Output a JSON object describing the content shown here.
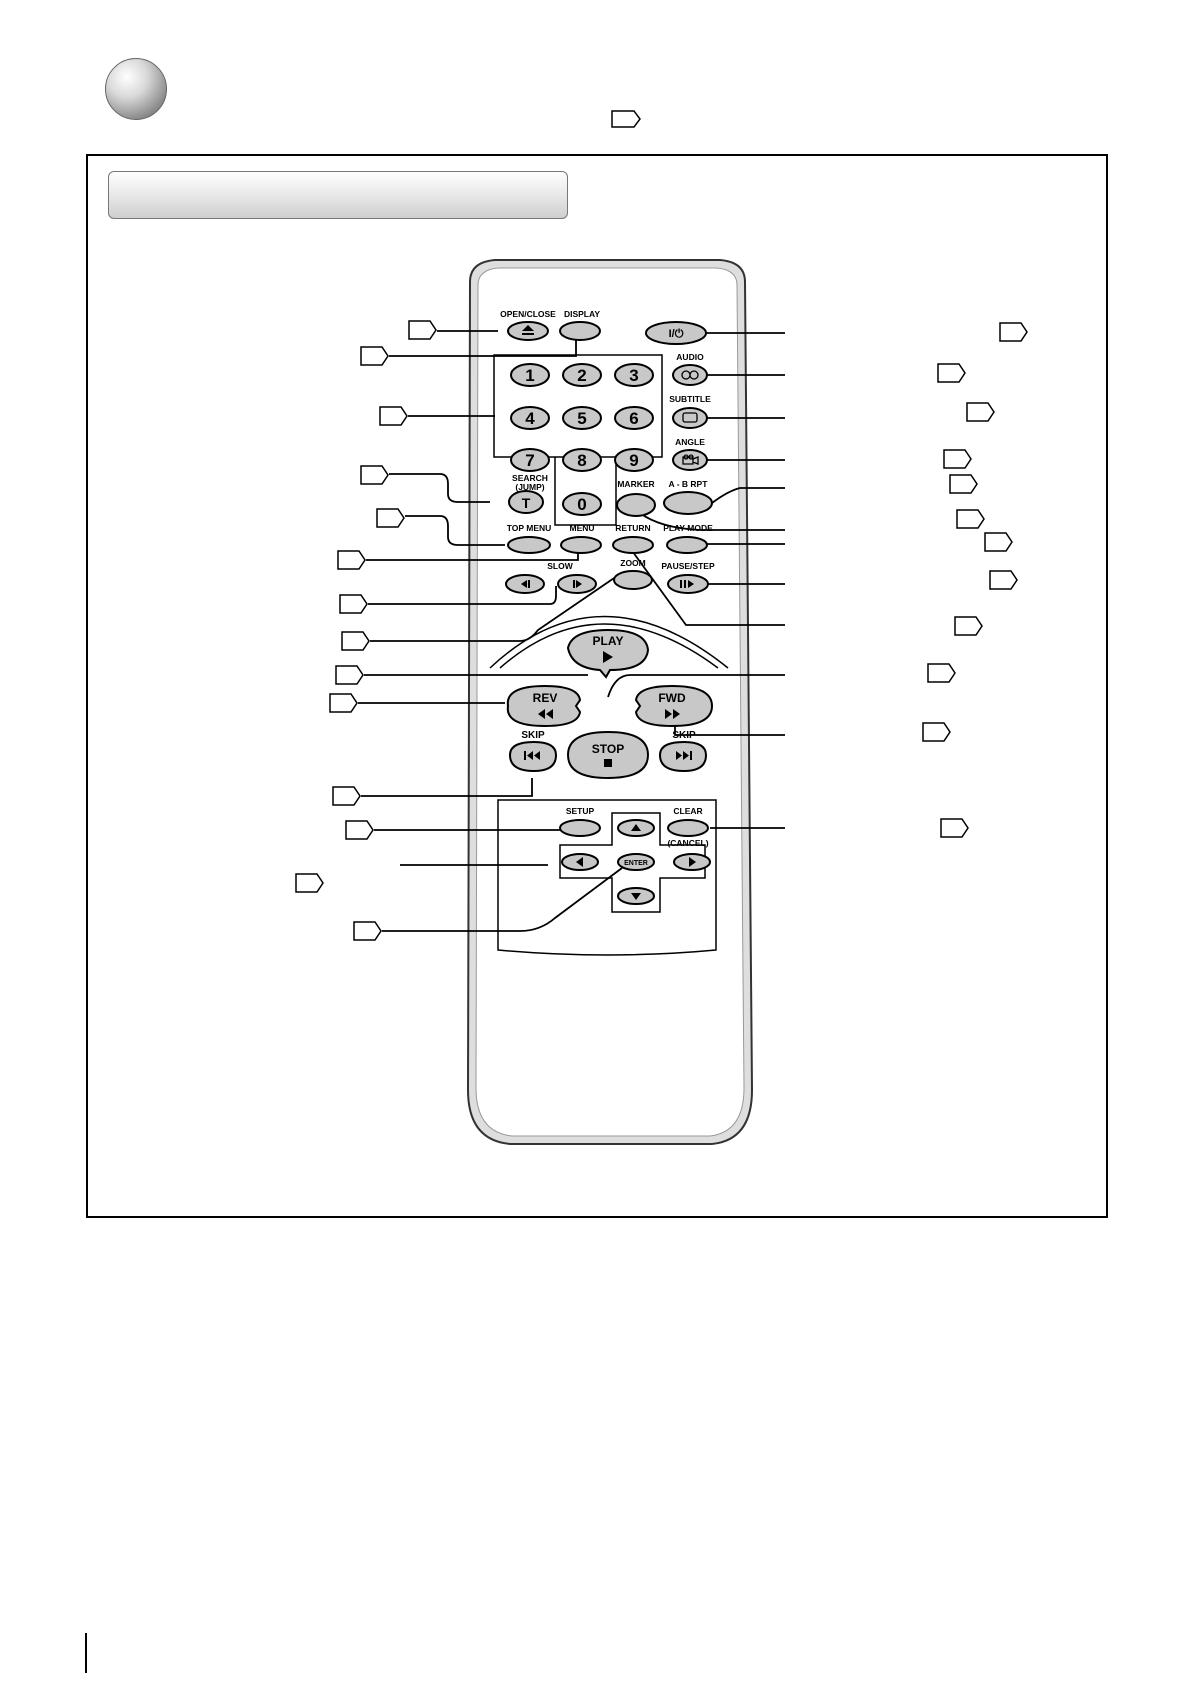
{
  "remote": {
    "labels": {
      "open_close": "OPEN/CLOSE",
      "display": "DISPLAY",
      "power": "I/⏻",
      "audio": "AUDIO",
      "subtitle": "SUBTITLE",
      "angle": "ANGLE",
      "search": "SEARCH",
      "jump": "(JUMP)",
      "search_key": "T",
      "marker": "MARKER",
      "ab_rpt": "A - B RPT",
      "top_menu": "TOP MENU",
      "menu": "MENU",
      "return": "RETURN",
      "play_mode": "PLAY MODE",
      "slow": "SLOW",
      "zoom": "ZOOM",
      "pause_step": "PAUSE/STEP",
      "play": "PLAY",
      "rev": "REV",
      "fwd": "FWD",
      "stop": "STOP",
      "skip_left": "SKIP",
      "skip_right": "SKIP",
      "setup": "SETUP",
      "clear": "CLEAR",
      "cancel": "(CANCEL)",
      "enter": "ENTER"
    },
    "digits": [
      "1",
      "2",
      "3",
      "4",
      "5",
      "6",
      "7",
      "8",
      "9",
      "0"
    ]
  },
  "colors": {
    "button_fill": "#c8c8c8",
    "remote_fill": "#dcdcdc",
    "line": "#000000"
  }
}
